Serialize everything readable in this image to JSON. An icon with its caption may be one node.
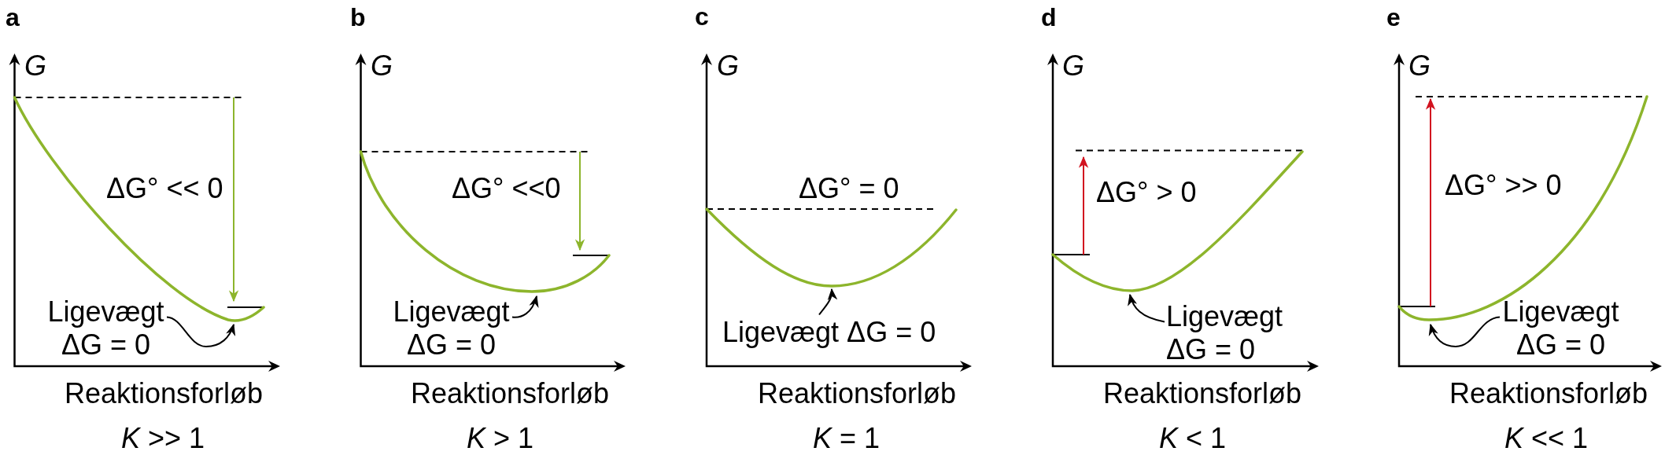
{
  "diagram": {
    "nodes": [
      {
        "text": [],
        "shape": "curve"
      },
      {
        "text": [
          "Ligevægt ΔG = 0"
        ]
      },
      {
        "text": [],
        "shape": "curve"
      },
      {
        "text": [
          "Ligevægt ΔG = 0"
        ]
      },
      {
        "text": [],
        "shape": "curve"
      },
      {
        "text": [
          "Ligevægt ΔG = 0"
        ]
      },
      {
        "text": [],
        "shape": "curve"
      },
      {
        "text": [
          "Ligevægt ΔG = 0"
        ]
      },
      {
        "text": [],
        "shape": "curve"
      },
      {
        "text": [
          "Ligevægt ΔG = 0"
        ]
      }
    ],
    "edges": [
      {
        "from": 1,
        "to": 0,
        "arrow": "to"
      },
      {
        "from": 3,
        "to": 2,
        "arrow": "to"
      },
      {
        "from": 5,
        "to": 4,
        "arrow": "to"
      },
      {
        "from": 7,
        "to": 6,
        "arrow": "to"
      },
      {
        "from": 9,
        "to": 8,
        "arrow": "to"
      }
    ],
    "labels": [
      "a",
      "G",
      "ΔG° << 0",
      "Reaktionsforløb",
      "*K* >> 1",
      "b",
      "G",
      "ΔG° <<0",
      "Reaktionsforløb",
      "*K* > 1",
      "c",
      "G",
      "ΔG° = 0",
      "Reaktionsforløb",
      "*K* = 1",
      "d",
      "G",
      "ΔG° > 0",
      "Reaktionsforløb",
      "*K* < 1",
      "e",
      "G",
      "ΔG° >> 0",
      "Reaktionsforløb",
      "*K* << 1"
    ]
  }
}
